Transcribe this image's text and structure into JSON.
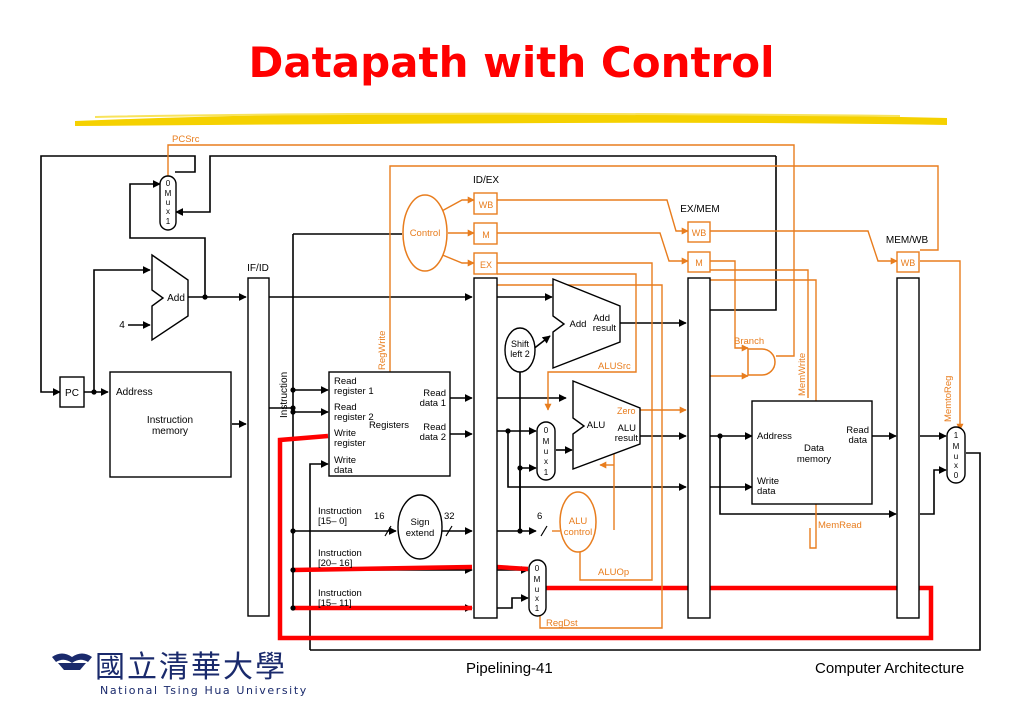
{
  "title": "Datapath with Control",
  "footer": {
    "page": "Pipelining-41",
    "course": "Computer Architecture"
  },
  "logo": {
    "cn": "國立清華大學",
    "en": "National Tsing Hua University"
  },
  "pipeline_registers": {
    "if_id": "IF/ID",
    "id_ex": "ID/EX",
    "ex_mem": "EX/MEM",
    "mem_wb": "MEM/WB"
  },
  "stage_fields": {
    "wb": "WB",
    "m": "M",
    "ex": "EX"
  },
  "units": {
    "pc": "PC",
    "add": "Add",
    "const_4": "4",
    "imem": {
      "address": "Address",
      "line1": "Instruction",
      "line2": "memory"
    },
    "instruction_bus": "Instruction",
    "registers": {
      "read_reg1": [
        "Read",
        "register 1"
      ],
      "read_reg2": [
        "Read",
        "register 2"
      ],
      "write_reg": [
        "Write",
        "register"
      ],
      "write_data": [
        "Write",
        "data"
      ],
      "read_data1": [
        "Read",
        "data 1"
      ],
      "read_data2": [
        "Read",
        "data 2"
      ],
      "name": "Registers"
    },
    "control": "Control",
    "shift_left": [
      "Shift",
      "left 2"
    ],
    "add_result": {
      "add": "Add",
      "line1": "Add",
      "line2": "result"
    },
    "alu": {
      "name": "ALU",
      "zero": "Zero",
      "res1": "ALU",
      "res2": "result"
    },
    "alu_control": [
      "ALU",
      "control"
    ],
    "sign_extend": [
      "Sign",
      "extend"
    ],
    "bits_16": "16",
    "bits_32": "32",
    "bits_6": "6",
    "instr_15_0": [
      "Instruction",
      "[15– 0]"
    ],
    "instr_20_16": [
      "Instruction",
      "[20– 16]"
    ],
    "instr_15_11": [
      "Instruction",
      "[15– 11]"
    ],
    "dmem": {
      "address": "Address",
      "write1": "Write",
      "write2": "data",
      "name1": "Data",
      "name2": "memory",
      "read1": "Read",
      "read2": "data"
    },
    "mux_top": [
      "0",
      "M",
      "u",
      "x",
      "1"
    ],
    "mux_alu": [
      "0",
      "M",
      "u",
      "x",
      "1"
    ],
    "mux_regdst": [
      "0",
      "M",
      "u",
      "x",
      "1"
    ],
    "mux_wb": [
      "1",
      "M",
      "u",
      "x",
      "0"
    ]
  },
  "signals": {
    "pcsrc": "PCSrc",
    "regwrite": "RegWrite",
    "branch": "Branch",
    "alusrc": "ALUSrc",
    "memwrite": "MemWrite",
    "memtoreg": "MemtoReg",
    "memread": "MemRead",
    "aluop": "ALUOp",
    "regdst": "RegDst"
  },
  "colors": {
    "title": "#ff0000",
    "control": "#e87d1e",
    "highlight": "#ff0000",
    "datapath": "#000000",
    "underline": "#f5d100"
  }
}
